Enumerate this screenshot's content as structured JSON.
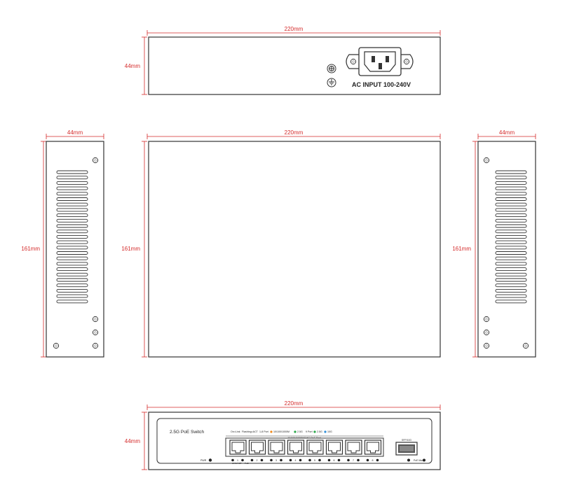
{
  "colors": {
    "dimension": "#d42a2a",
    "outline": "#333333",
    "led_green": "#2aa84a",
    "led_orange": "#f08a1c",
    "led_blue": "#2f8fd8"
  },
  "dims": {
    "top_width": "220mm",
    "top_height": "44mm",
    "left_width": "44mm",
    "left_height": "161mm",
    "mid_width": "220mm",
    "mid_height": "161mm",
    "right_width": "44mm",
    "right_height": "161mm",
    "front_width": "220mm",
    "front_height": "44mm"
  },
  "rear_panel": {
    "ac_label": "AC INPUT 100-240V"
  },
  "front_panel": {
    "product_name": "2.5G PoE Switch",
    "legend_items": [
      "On=Link",
      "Flashing=ACT",
      "1-8 Port",
      "10/100/1000M",
      "2.5G",
      "9 Port",
      "2.5G",
      "10G"
    ],
    "port_group_label": "10/100/1000M/2.5G PoE Port",
    "sfp_label": "SFP/10G",
    "power_label": "PWR",
    "poe_max_label": "PoE Max",
    "port_numbers": [
      "1",
      "2",
      "3",
      "4",
      "5",
      "6",
      "7",
      "8"
    ],
    "sub_labels": [
      "LINK/ACT",
      "PoE"
    ]
  }
}
